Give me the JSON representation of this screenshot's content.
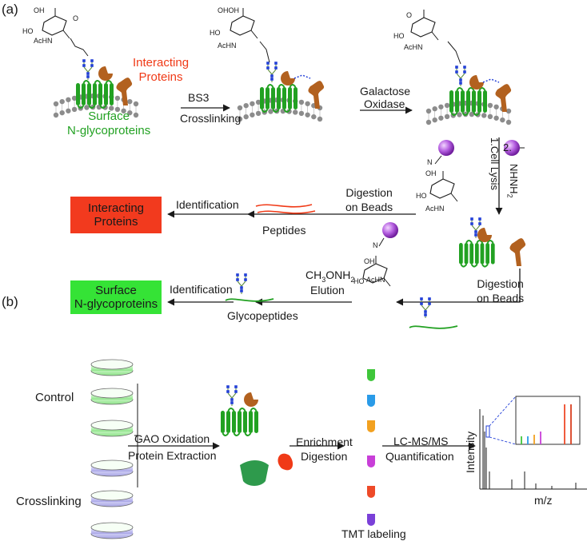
{
  "panel_a": {
    "label": "(a)",
    "sugar": {
      "oh_top": "OH",
      "oh_pair": "OHOH",
      "ho": "HO",
      "achn": "AcHN",
      "o": "O",
      "o2": "O",
      "ho2": "HO",
      "achn2": "AcHN",
      "ohn": "OH",
      "n": "N"
    },
    "interacting_proteins": "Interacting\nProteins",
    "surface_glycoproteins": "Surface\nN-glycoproteins",
    "bs3": "BS3",
    "crosslinking": "Crosslinking",
    "galactose": "Galactose",
    "oxidase": "Oxidase",
    "step2": "2.",
    "nhnh2": "NHNH",
    "nhnh2_sub": "2",
    "cell_lysis": "1.Cell Lysis",
    "digestion_beads_1": "Digestion\non Beads",
    "identification_1": "Identification",
    "peptides": "Peptides",
    "box_interacting": "Interacting\nProteins",
    "digestion_beads_2": "Digestion\non Beads",
    "ch3onh2": "CH",
    "ch3onh2_mid": "ONH",
    "ch3onh2_sub1": "3",
    "ch3onh2_sub2": "2",
    "elution": "Elution",
    "identification_2": "Identification",
    "glycopeptides": "Glycopeptides",
    "box_surface": "Surface\nN-glycoproteins"
  },
  "panel_b": {
    "label": "(b)",
    "control": "Control",
    "crosslinking": "Crosslinking",
    "gao_oxidation": "GAO Oxidation",
    "protein_extraction": "Protein Extraction",
    "enrichment": "Enrichment",
    "digestion": "Digestion",
    "tmt_labeling": "TMT labeling",
    "lcms": "LC-MS/MS",
    "quantification": "Quantification",
    "intensity": "Intensity",
    "mz": "m/z"
  },
  "colors": {
    "green": "#22a122",
    "red": "#f03a17",
    "box_red": "#f23a1e",
    "box_green": "#35e336",
    "brown": "#b2611f",
    "purple": "#a44ad8",
    "membrane": "#8c8c8c",
    "blue_dot": "#2340d8",
    "light_green_dish": "#b5f3b0",
    "lavender_dish": "#c5c3f0"
  },
  "tubes": [
    "green-tube",
    "blue-tube",
    "orange-tube",
    "magenta-tube",
    "red-tube",
    "purple-tube"
  ]
}
